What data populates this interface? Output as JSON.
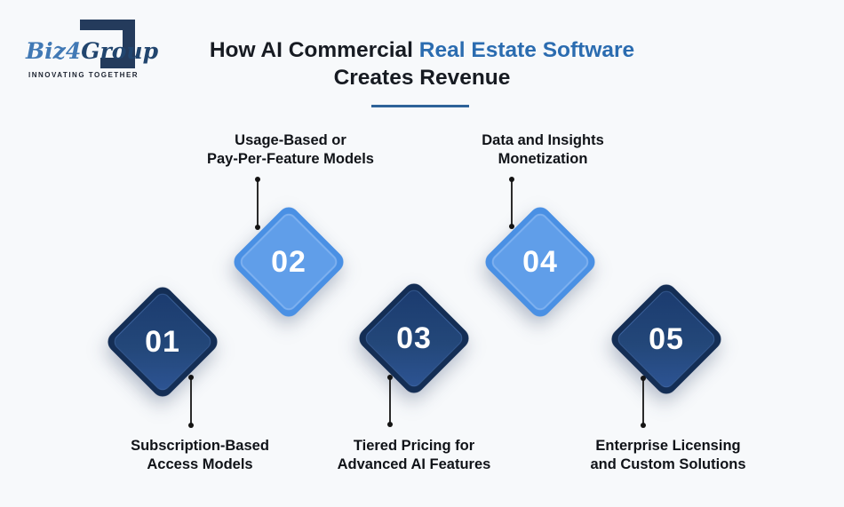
{
  "logo": {
    "brand_biz": "Biz",
    "brand_four": "4",
    "brand_group": "Group",
    "tagline": "INNOVATING TOGETHER"
  },
  "title": {
    "line1_dark": "How AI Commercial ",
    "line1_accent": "Real Estate Software",
    "line2": "Creates Revenue"
  },
  "colors": {
    "background": "#f7f9fb",
    "accent_blue": "#2b6cb0",
    "underline_blue": "#2e6399",
    "diamond_light": "#4a90e4",
    "diamond_light_inner": "#609ee9",
    "diamond_dark": "#142e55",
    "diamond_dark_inner": "#234779",
    "number_text": "#ffffff",
    "label_text": "#101318",
    "logo_navy": "#21456e",
    "logo_blue": "#4179b5"
  },
  "items": [
    {
      "number": "01",
      "variant": "dark",
      "label_position": "below",
      "label": "Subscription-Based\nAccess Models"
    },
    {
      "number": "02",
      "variant": "light",
      "label_position": "above",
      "label": "Usage-Based or\nPay-Per-Feature Models"
    },
    {
      "number": "03",
      "variant": "dark",
      "label_position": "below",
      "label": "Tiered Pricing for\nAdvanced AI Features"
    },
    {
      "number": "04",
      "variant": "light",
      "label_position": "above",
      "label": "Data and Insights\nMonetization"
    },
    {
      "number": "05",
      "variant": "dark",
      "label_position": "below",
      "label": "Enterprise Licensing\nand Custom Solutions"
    }
  ]
}
